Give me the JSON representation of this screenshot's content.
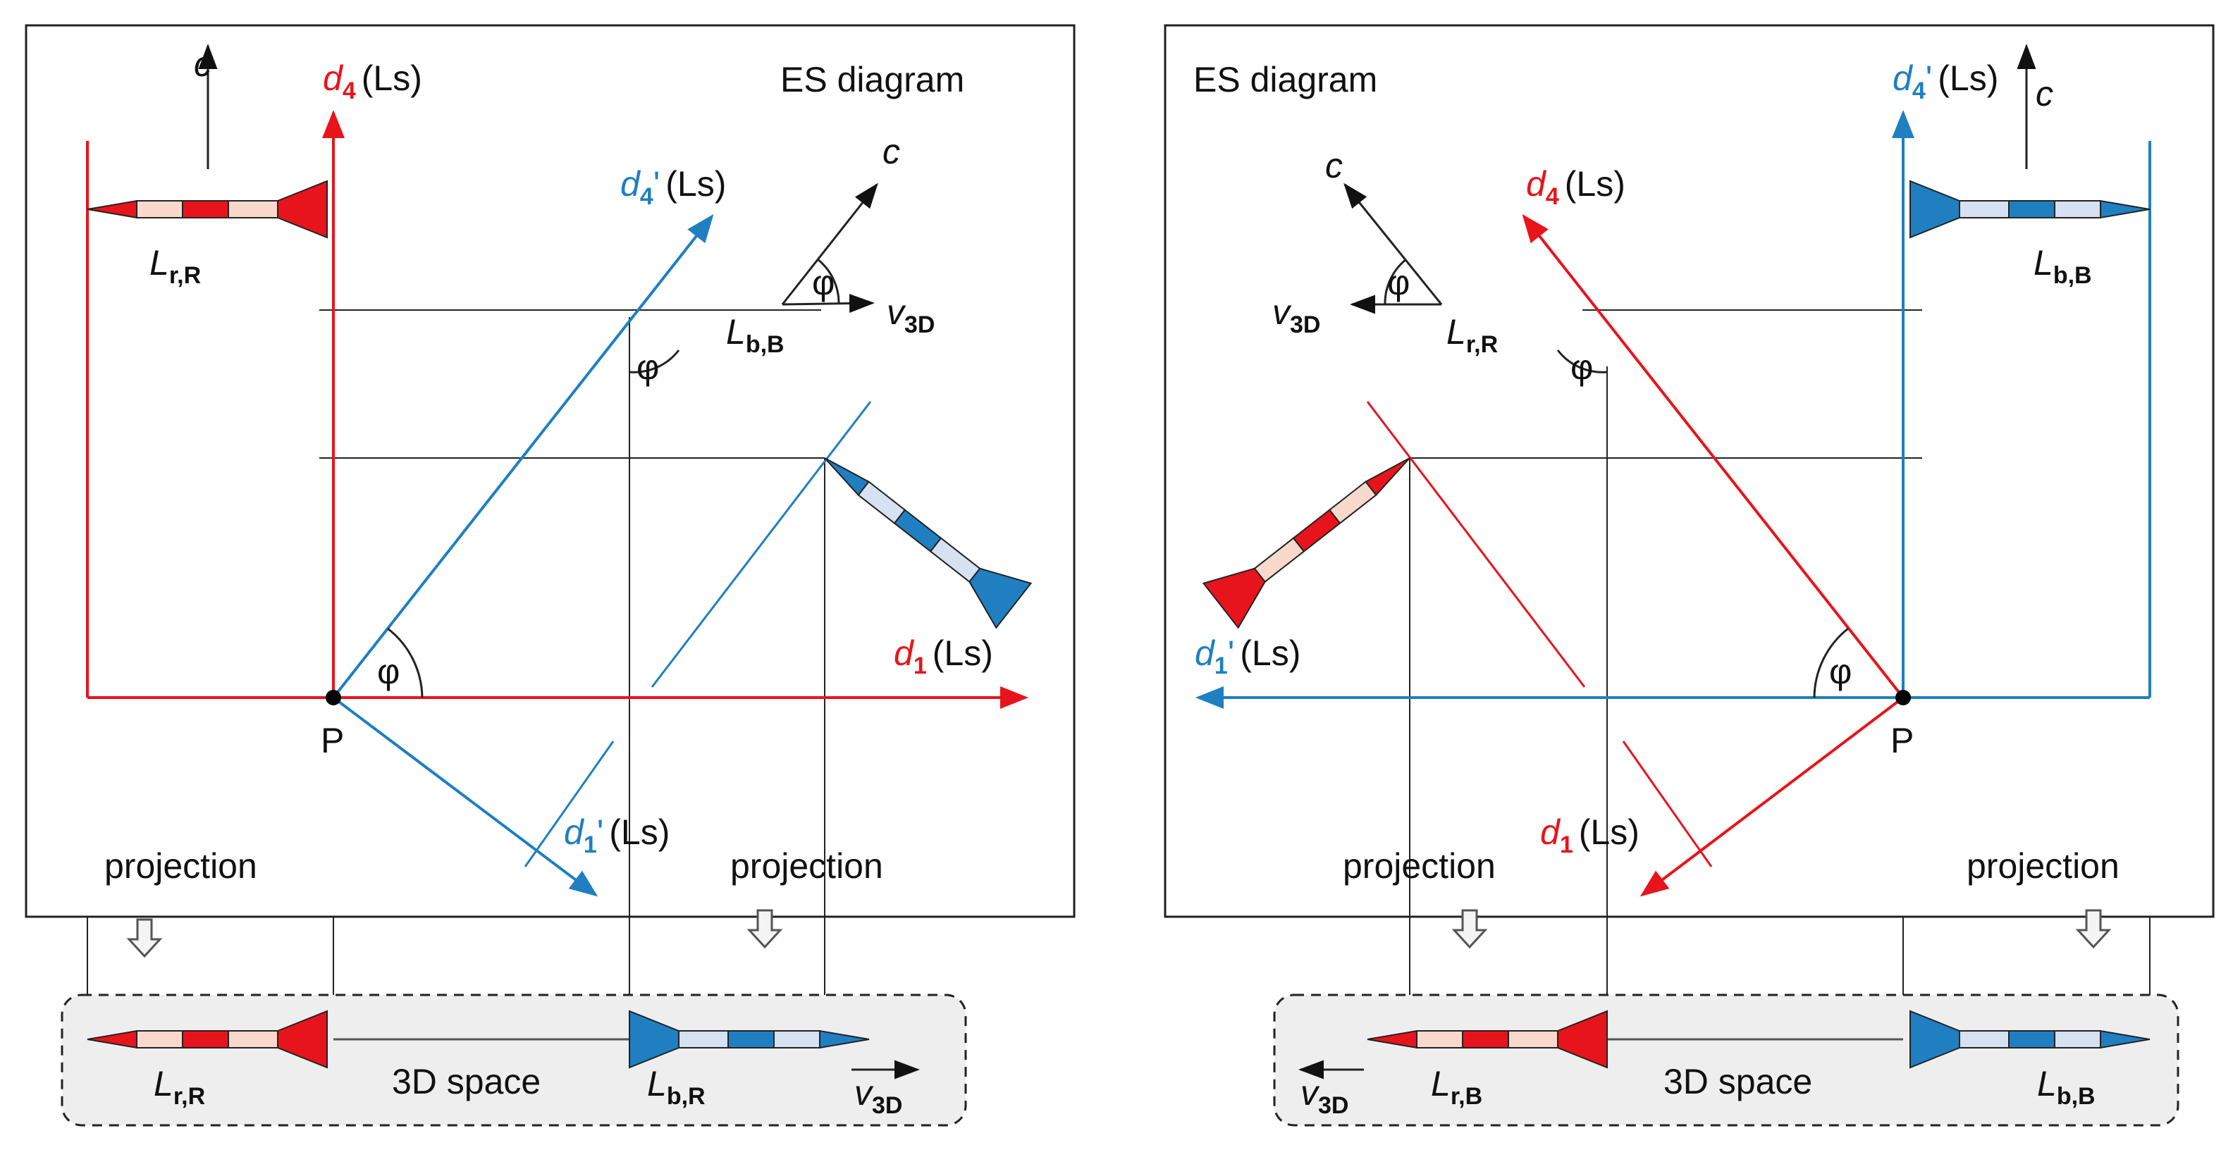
{
  "colors": {
    "red": "#e8141b",
    "blue": "#1f7fc1",
    "light_red": "#f9d9cc",
    "light_blue": "#d6e1f2",
    "space_fill": "#eeeeee"
  },
  "panels": [
    {
      "title": "ES diagram",
      "phi": "φ",
      "point": "P",
      "c": "c",
      "unit": "(Ls)",
      "axis_d4": {
        "name": "d",
        "sub": "4"
      },
      "axis_d4p": {
        "name": "d",
        "sub": "4",
        "prime": "'"
      },
      "axis_d1": {
        "name": "d",
        "sub": "1"
      },
      "axis_d1p": {
        "name": "d",
        "sub": "1",
        "prime": "'"
      },
      "v3d": {
        "name": "v",
        "sub": "3D"
      },
      "rocket_red_top": {
        "name": "L",
        "sub": "r,R"
      },
      "rocket_blue_tilted": {
        "name": "L",
        "sub": "b,B"
      },
      "projection_left": "projection",
      "projection_right": "projection",
      "space_label": "3D space",
      "space_rocket_left": {
        "name": "L",
        "sub": "r,R"
      },
      "space_rocket_right": {
        "name": "L",
        "sub": "b,R"
      },
      "space_v3d": {
        "name": "v",
        "sub": "3D"
      }
    },
    {
      "title": "ES diagram",
      "phi": "φ",
      "point": "P",
      "c": "c",
      "unit": "(Ls)",
      "axis_d4p": {
        "name": "d",
        "sub": "4",
        "prime": "'"
      },
      "axis_d4": {
        "name": "d",
        "sub": "4"
      },
      "axis_d1p": {
        "name": "d",
        "sub": "1",
        "prime": "'"
      },
      "axis_d1": {
        "name": "d",
        "sub": "1"
      },
      "v3d": {
        "name": "v",
        "sub": "3D"
      },
      "rocket_blue_top": {
        "name": "L",
        "sub": "b,B"
      },
      "rocket_red_tilted": {
        "name": "L",
        "sub": "r,R"
      },
      "projection_left": "projection",
      "projection_right": "projection",
      "space_label": "3D space",
      "space_rocket_left": {
        "name": "L",
        "sub": "r,B"
      },
      "space_rocket_right": {
        "name": "L",
        "sub": "b,B"
      },
      "space_v3d": {
        "name": "v",
        "sub": "3D"
      }
    }
  ]
}
